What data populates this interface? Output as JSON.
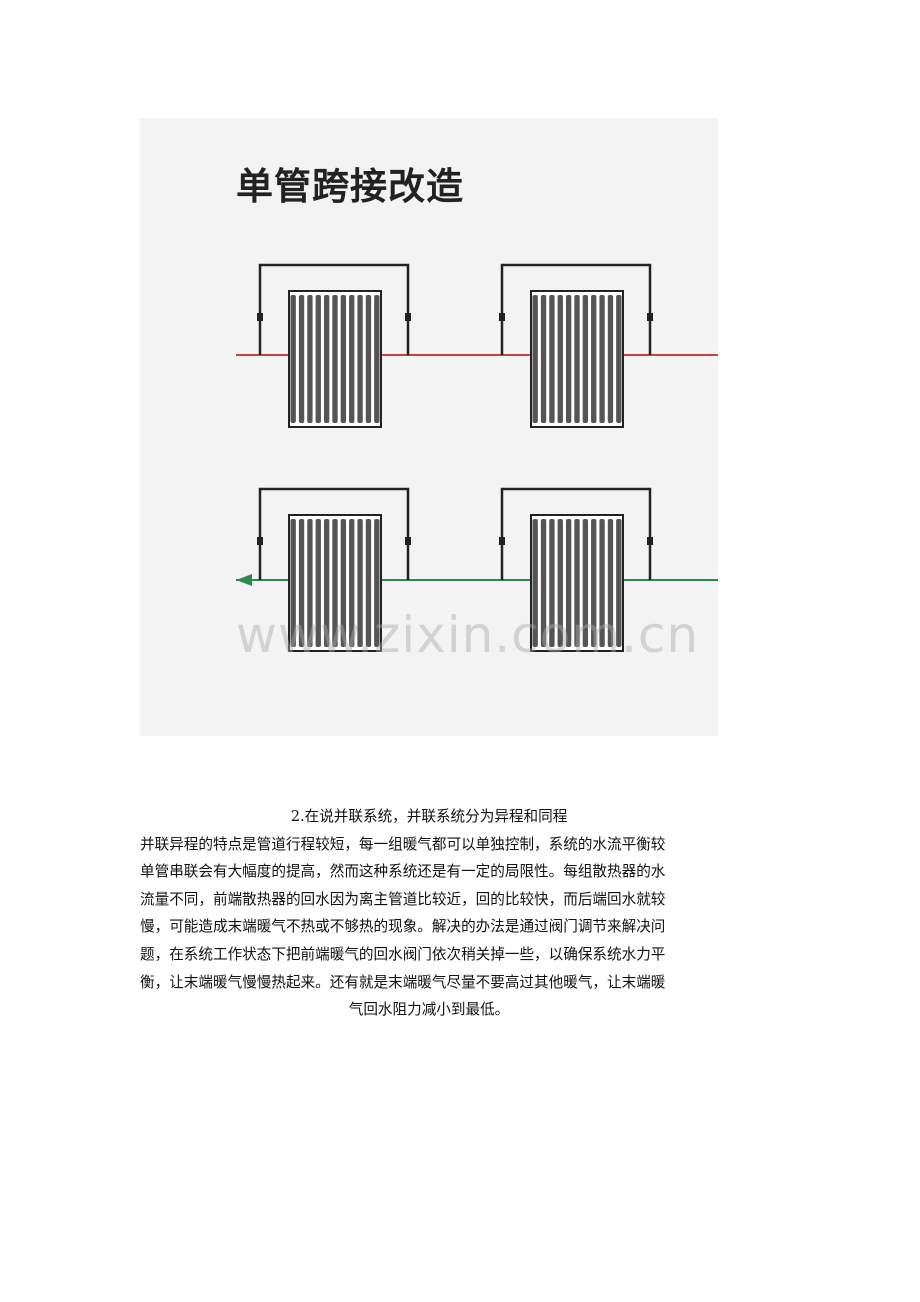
{
  "figure": {
    "title": "单管跨接改造",
    "watermark": "www.zixin.com.cn",
    "colors": {
      "supply": "#c8413a",
      "return": "#2c8a4c",
      "pipe": "#222222",
      "radiator": "#555555",
      "background": "#f3f3f3"
    }
  },
  "body": {
    "heading": "2.在说并联系统，并联系统分为异程和同程",
    "lines": [
      "并联异程的特点是管道行程较短，每一组暖气都可以单独控制，系统的水流平衡较",
      "单管串联会有大幅度的提高，然而这种系统还是有一定的局限性。每组散热器的水",
      "流量不同，前端散热器的回水因为离主管道比较近，回的比较快，而后端回水就较",
      "慢，可能造成末端暖气不热或不够热的现象。解决的办法是通过阀门调节来解决问",
      "题，在系统工作状态下把前端暖气的回水阀门依次稍关掉一些，以确保系统水力平",
      "衡，让末端暖气慢慢热起来。还有就是末端暖气尽量不要高过其他暖气，让末端暖"
    ],
    "last_line": "气回水阻力减小到最低。"
  }
}
